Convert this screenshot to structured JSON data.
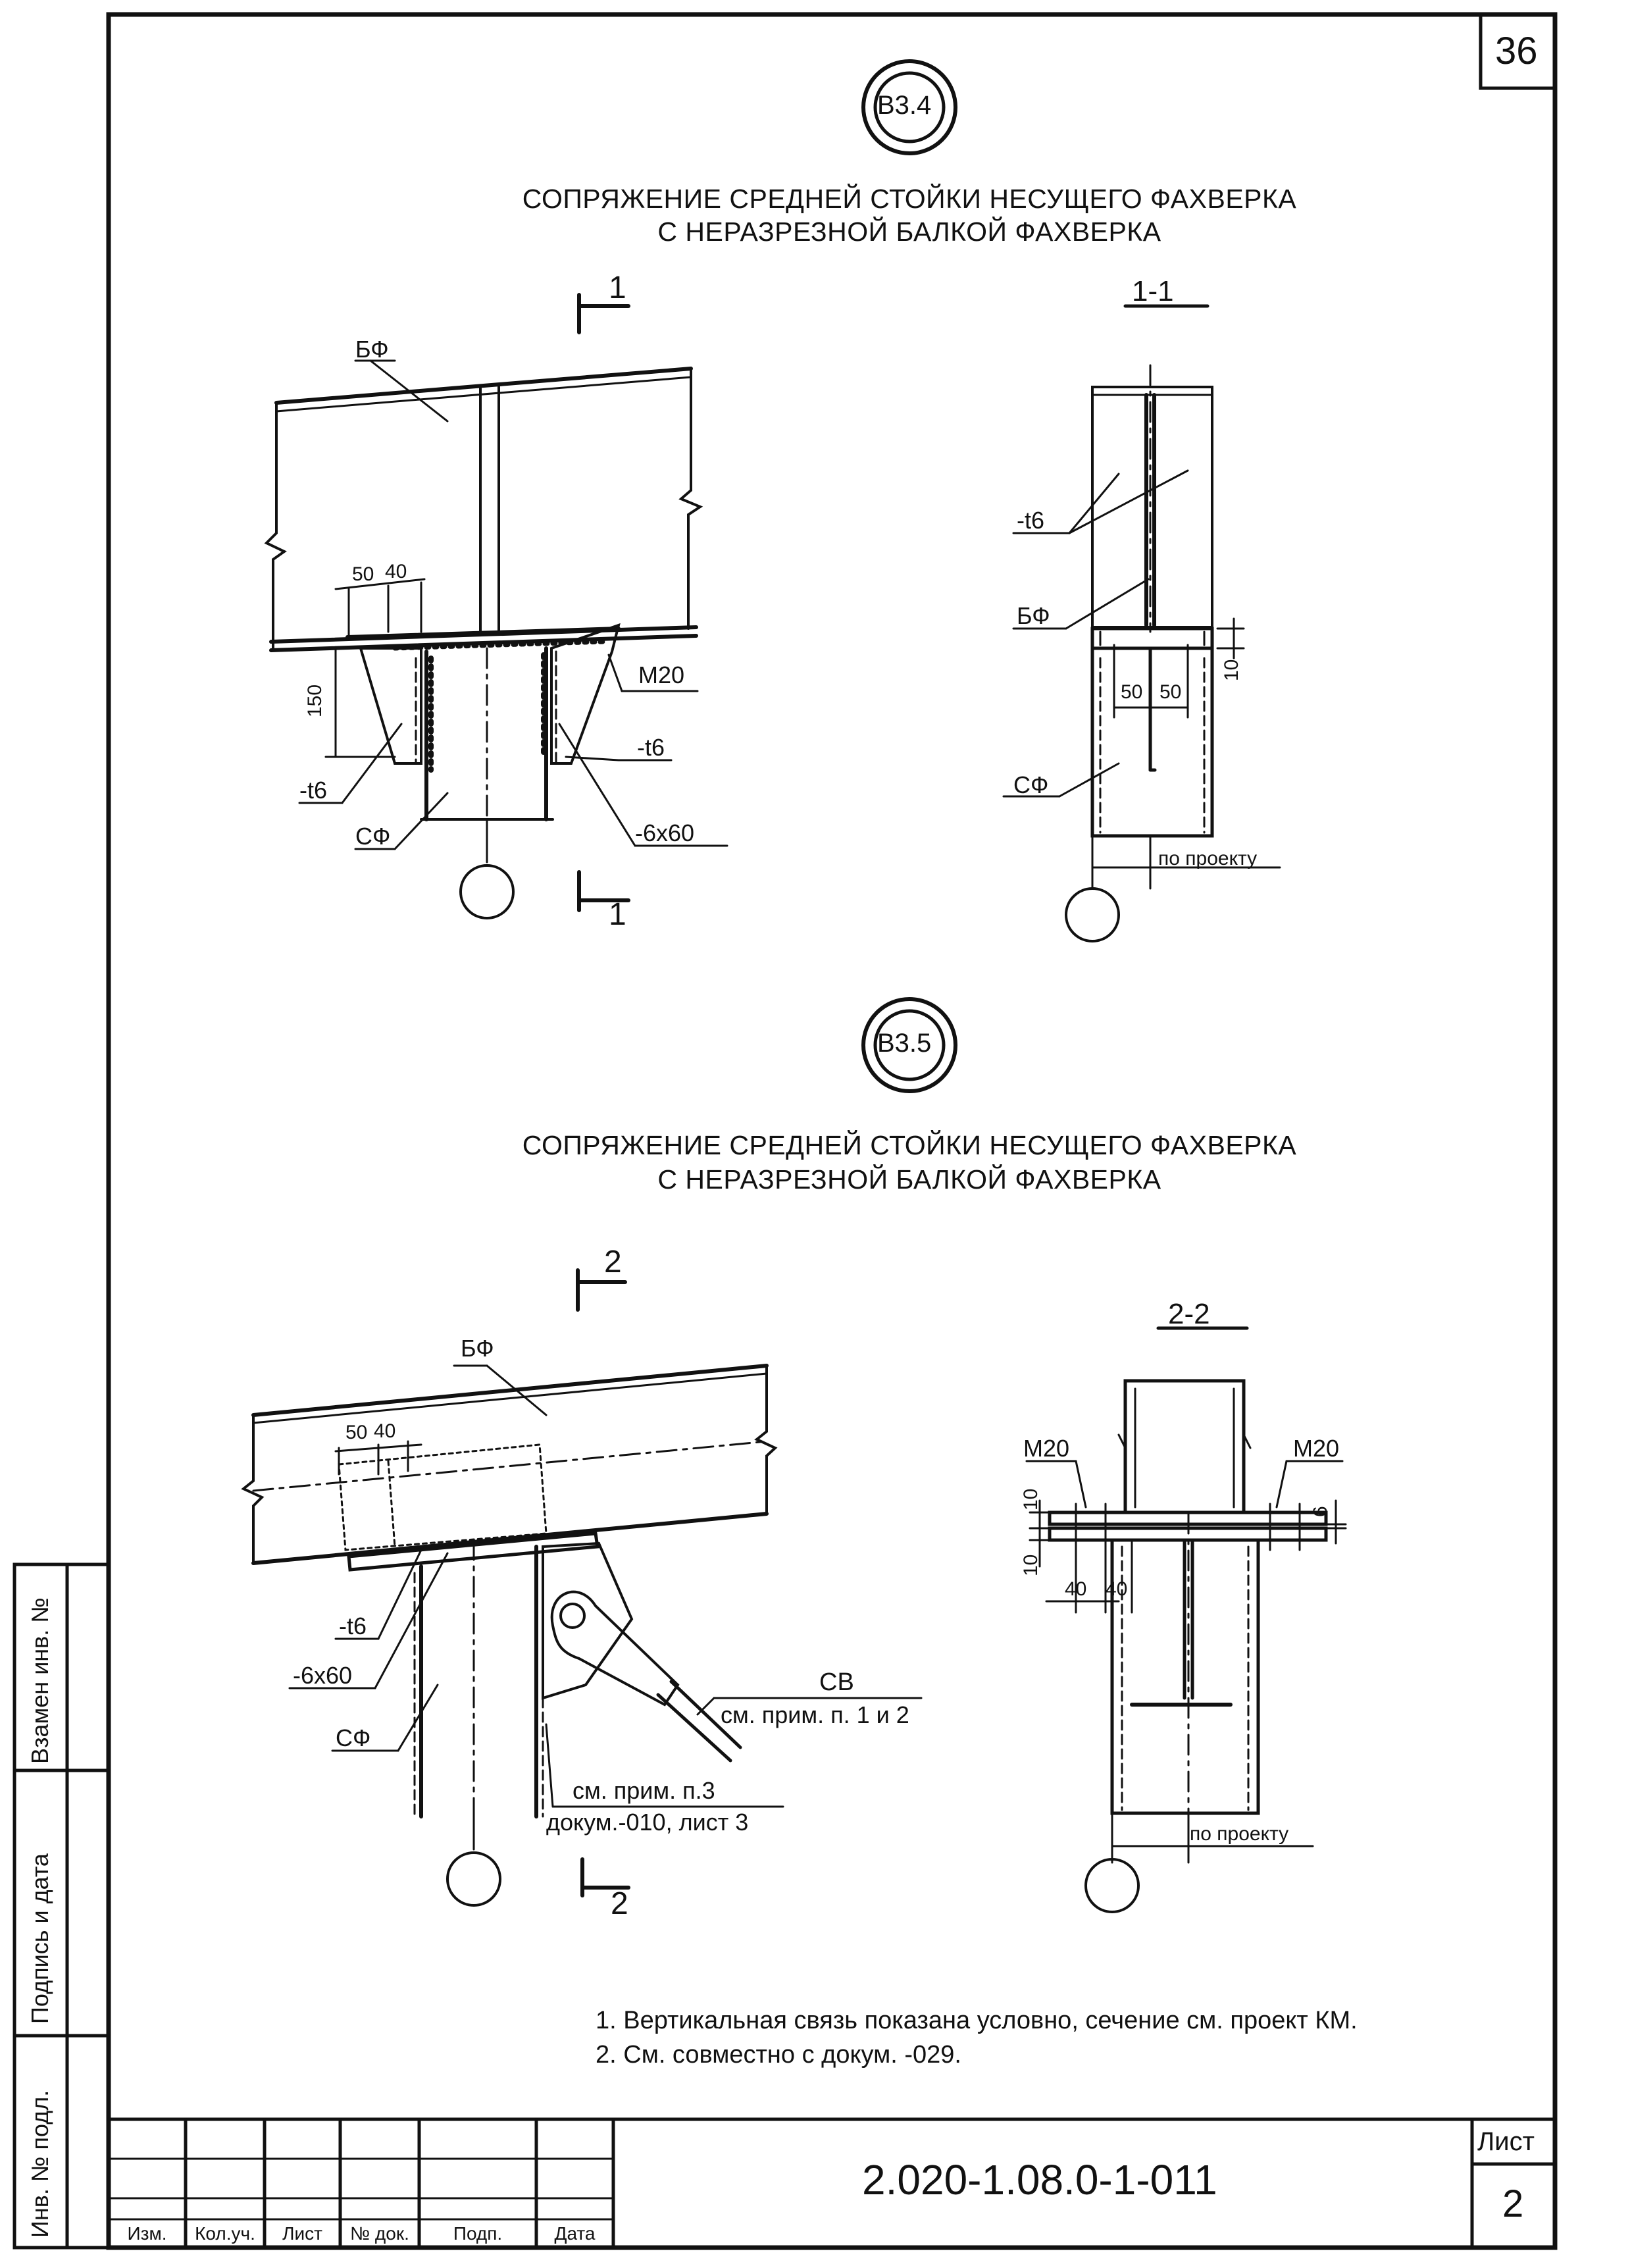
{
  "page_number": "36",
  "node_a": {
    "badge": "В3.4",
    "title_line1": "СОПРЯЖЕНИЕ СРЕДНЕЙ СТОЙКИ НЕСУЩЕГО ФАХВЕРКА",
    "title_line2": "С НЕРАЗРЕЗНОЙ  БАЛКОЙ ФАХВЕРКА",
    "section_mark": "1",
    "section_title": "1-1",
    "labels": {
      "beam": "БФ",
      "column": "СФ",
      "bolt": "М20",
      "plate_t6_left": "-t6",
      "plate_t6_right": "-t6",
      "strip": "-6x60",
      "dim_50": "50",
      "dim_40": "40",
      "dim_150": "150"
    },
    "section_labels": {
      "plate_t6": "-t6",
      "beam": "БФ",
      "column": "СФ",
      "dim_50a": "50",
      "dim_50b": "50",
      "dim_10": "10",
      "per_project": "по проекту"
    }
  },
  "node_b": {
    "badge": "В3.5",
    "title_line1": "СОПРЯЖЕНИЕ СРЕДНЕЙ СТОЙКИ НЕСУЩЕГО ФАХВЕРКА",
    "title_line2": "С НЕРАЗРЕЗНОЙ  БАЛКОЙ ФАХВЕРКА",
    "section_mark": "2",
    "section_title": "2-2",
    "labels": {
      "beam": "БФ",
      "column": "СФ",
      "plate_t6": "-t6",
      "strip": "-6x60",
      "dim_50": "50",
      "dim_40": "40",
      "brace": "СВ",
      "brace_note": "см. прим. п. 1 и 2",
      "weld_note_1": "см. прим. п.3",
      "weld_note_2": "докум.-010, лист 3"
    },
    "section_labels": {
      "bolt_left": "М20",
      "bolt_right": "М20",
      "dim_10a": "10",
      "dim_10b": "10",
      "dim_6": "6",
      "dim_40a": "40",
      "dim_40b": "40",
      "per_project": "по проекту"
    }
  },
  "notes": [
    "1. Вертикальная связь показана условно, сечение см. проект КМ.",
    "2. См. совместно с докум. -029."
  ],
  "side_stamp": {
    "replaced": "Взамен инв. №",
    "signature": "Подпись и дата",
    "inventory": "Инв. № подл."
  },
  "title_block": {
    "headers": [
      "Изм.",
      "Кол.уч.",
      "Лист",
      "№ док.",
      "Подп.",
      "Дата"
    ],
    "document_code": "2.020-1.08.0-1-011",
    "sheet_label": "Лист",
    "sheet_number": "2"
  }
}
